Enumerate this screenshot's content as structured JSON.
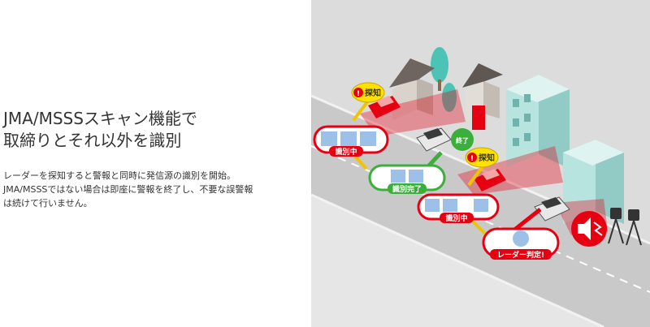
{
  "headline": {
    "line1": "JMA/MSSSスキャン機能で",
    "line2": "取締りとそれ以外を識別"
  },
  "description": {
    "line1": "レーダーを探知すると警報と同時に発信源の識別を開始。",
    "line2": "JMA/MSSSではない場合は即座に警報を終了し、不要な誤警報",
    "line3": "は続けて行いません。"
  },
  "illustration": {
    "detect_label_1": "探知",
    "detect_label_2": "探知",
    "identifying_label_1": "識別中",
    "identifying_label_2": "識別中",
    "identified_label": "識別完了",
    "end_label": "終了",
    "radar_judged_label": "レーダー判定!"
  },
  "colors": {
    "text": "#333333",
    "panel_bg": "#dcdcdc",
    "alert_red": "#e60012",
    "badge_yellow": "#ffe100",
    "ok_green": "#3cae3c",
    "road": "#c8c8c8"
  }
}
